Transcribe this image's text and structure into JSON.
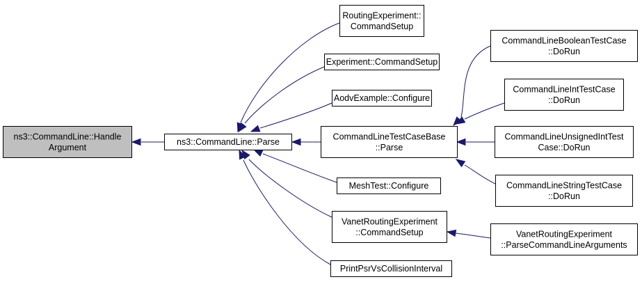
{
  "colors": {
    "node_fill": "#ffffff",
    "root_fill": "#bfbfbf",
    "border": "#000000",
    "edge": "#191970"
  },
  "nodes": [
    {
      "id": "handle_argument",
      "lines": [
        "ns3::CommandLine::Handle",
        "Argument"
      ],
      "root": true,
      "clickable": false
    },
    {
      "id": "parse",
      "lines": [
        "ns3::CommandLine::Parse"
      ],
      "root": false,
      "clickable": true
    },
    {
      "id": "routing_cmd",
      "lines": [
        "RoutingExperiment::",
        "CommandSetup"
      ],
      "root": false,
      "clickable": true
    },
    {
      "id": "experiment_cmd",
      "lines": [
        "Experiment::CommandSetup"
      ],
      "root": false,
      "clickable": true
    },
    {
      "id": "aodv_configure",
      "lines": [
        "AodvExample::Configure"
      ],
      "root": false,
      "clickable": true
    },
    {
      "id": "testbase_parse",
      "lines": [
        "CommandLineTestCaseBase",
        "::Parse"
      ],
      "root": false,
      "clickable": true
    },
    {
      "id": "mesh_configure",
      "lines": [
        "MeshTest::Configure"
      ],
      "root": false,
      "clickable": true
    },
    {
      "id": "vanet_cmd",
      "lines": [
        "VanetRoutingExperiment",
        "::CommandSetup"
      ],
      "root": false,
      "clickable": true
    },
    {
      "id": "printpsr",
      "lines": [
        "PrintPsrVsCollisionInterval"
      ],
      "root": false,
      "clickable": true
    },
    {
      "id": "bool_dorun",
      "lines": [
        "CommandLineBooleanTestCase",
        "::DoRun"
      ],
      "root": false,
      "clickable": true
    },
    {
      "id": "int_dorun",
      "lines": [
        "CommandLineIntTestCase",
        "::DoRun"
      ],
      "root": false,
      "clickable": true
    },
    {
      "id": "unsigned_dorun",
      "lines": [
        "CommandLineUnsignedIntTest",
        "Case::DoRun"
      ],
      "root": false,
      "clickable": true
    },
    {
      "id": "string_dorun",
      "lines": [
        "CommandLineStringTestCase",
        "::DoRun"
      ],
      "root": false,
      "clickable": true
    },
    {
      "id": "vanet_parse_args",
      "lines": [
        "VanetRoutingExperiment",
        "::ParseCommandLineArguments"
      ],
      "root": false,
      "clickable": true
    }
  ],
  "edges": [
    {
      "from": "parse",
      "to": "handle_argument"
    },
    {
      "from": "routing_cmd",
      "to": "parse"
    },
    {
      "from": "experiment_cmd",
      "to": "parse"
    },
    {
      "from": "aodv_configure",
      "to": "parse"
    },
    {
      "from": "testbase_parse",
      "to": "parse"
    },
    {
      "from": "mesh_configure",
      "to": "parse"
    },
    {
      "from": "vanet_cmd",
      "to": "parse"
    },
    {
      "from": "printpsr",
      "to": "parse"
    },
    {
      "from": "bool_dorun",
      "to": "testbase_parse"
    },
    {
      "from": "int_dorun",
      "to": "testbase_parse"
    },
    {
      "from": "unsigned_dorun",
      "to": "testbase_parse"
    },
    {
      "from": "string_dorun",
      "to": "testbase_parse"
    },
    {
      "from": "vanet_parse_args",
      "to": "vanet_cmd"
    }
  ]
}
